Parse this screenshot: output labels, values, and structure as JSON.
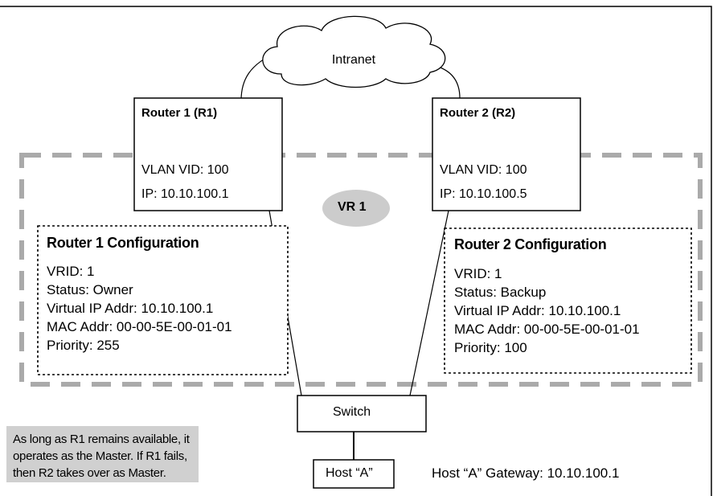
{
  "cloud": {
    "label": "Intranet"
  },
  "router1": {
    "title": "Router 1 (R1)",
    "vlan": "VLAN VID: 100",
    "ip": "IP: 10.10.100.1"
  },
  "router2": {
    "title": "Router 2 (R2)",
    "vlan": "VLAN VID: 100",
    "ip": "IP: 10.10.100.5"
  },
  "virtual_router": {
    "label": "VR 1"
  },
  "config1": {
    "title": "Router 1 Configuration",
    "lines": [
      "VRID: 1",
      "Status: Owner",
      "Virtual IP Addr: 10.10.100.1",
      "MAC Addr: 00-00-5E-00-01-01",
      "Priority: 255"
    ]
  },
  "config2": {
    "title": "Router 2 Configuration",
    "lines": [
      "VRID: 1",
      "Status: Backup",
      "Virtual IP Addr: 10.10.100.1",
      "MAC Addr: 00-00-5E-00-01-01",
      "Priority: 100"
    ]
  },
  "switch": {
    "label": "Switch"
  },
  "host": {
    "label": "Host “A”",
    "gateway": "Host “A” Gateway: 10.10.100.1"
  },
  "note": {
    "lines": [
      "As long as R1 remains available, it",
      "operates as the Master. If R1 fails,",
      "then R2 takes over as Master."
    ]
  },
  "colors": {
    "vr_fill": "#cccccc",
    "dashed_border": "#aaaaaa",
    "note_fill": "#d0d0d0"
  }
}
